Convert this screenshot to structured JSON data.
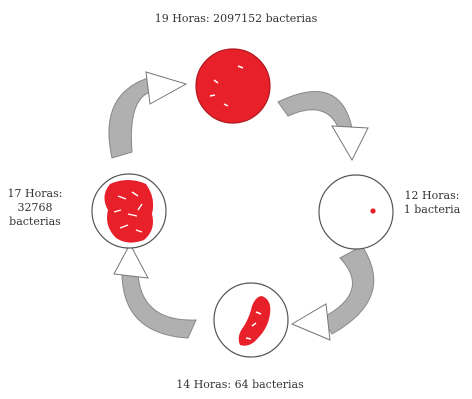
{
  "stages": [
    {
      "label": "12 Horas: 1 bacteria"
    },
    {
      "label": "14 Horas: 64 bacterias"
    },
    {
      "label": "17 Horas: 32768 bacterias"
    },
    {
      "label": "19 Horas: 2097152 bacterias"
    }
  ],
  "colors": {
    "colony": "#e8202a",
    "outline": "#555555",
    "arrow_fill": "#b0b0b0",
    "arrow_outline": "#888888"
  }
}
